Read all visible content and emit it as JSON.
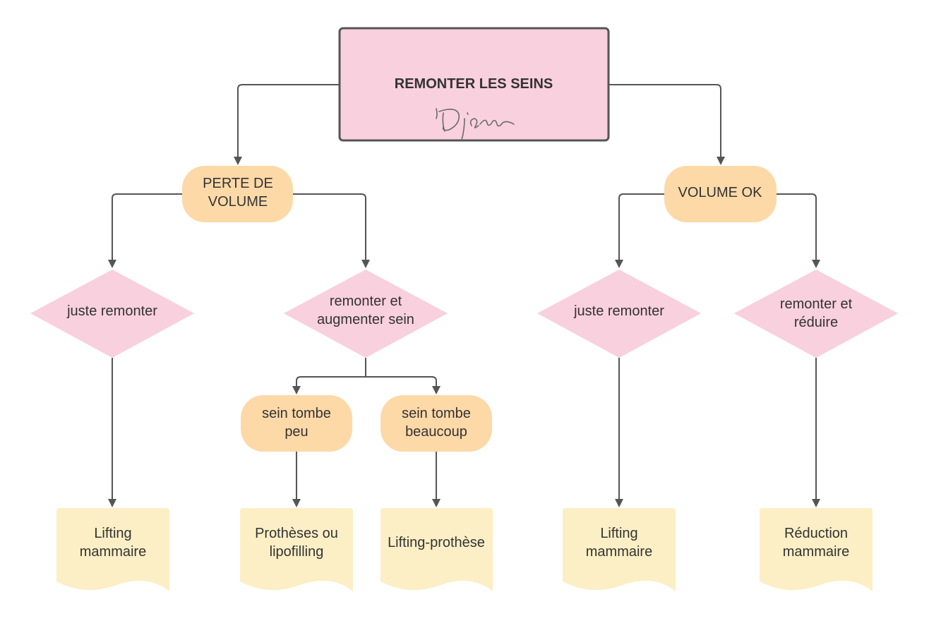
{
  "title": "REMONTER LES SEINS",
  "colors": {
    "title_fill": "#f8d0de",
    "title_stroke": "#555555",
    "rounded_fill": "#fdd9a8",
    "decision_fill": "#f8d0de",
    "document_fill": "#fcefc5",
    "edge": "#555555",
    "text": "#333333"
  },
  "branches": {
    "left": {
      "label_line1": "PERTE DE",
      "label_line2": "VOLUME"
    },
    "right": {
      "label": "VOLUME OK"
    }
  },
  "decisions": {
    "d1": {
      "line1": "juste remonter"
    },
    "d2": {
      "line1": "remonter et",
      "line2": "augmenter sein"
    },
    "d3": {
      "line1": "juste remonter"
    },
    "d4": {
      "line1": "remonter et",
      "line2": "réduire"
    }
  },
  "sub_options": {
    "s1": {
      "line1": "sein tombe",
      "line2": "peu"
    },
    "s2": {
      "line1": "sein tombe",
      "line2": "beaucoup"
    }
  },
  "results": {
    "r1": {
      "line1": "Lifting",
      "line2": "mammaire"
    },
    "r2": {
      "line1": "Prothèses ou",
      "line2": "lipofilling"
    },
    "r3": {
      "line1": "Lifting-prothèse"
    },
    "r4": {
      "line1": "Lifting",
      "line2": "mammaire"
    },
    "r5": {
      "line1": "Réduction",
      "line2": "mammaire"
    }
  }
}
